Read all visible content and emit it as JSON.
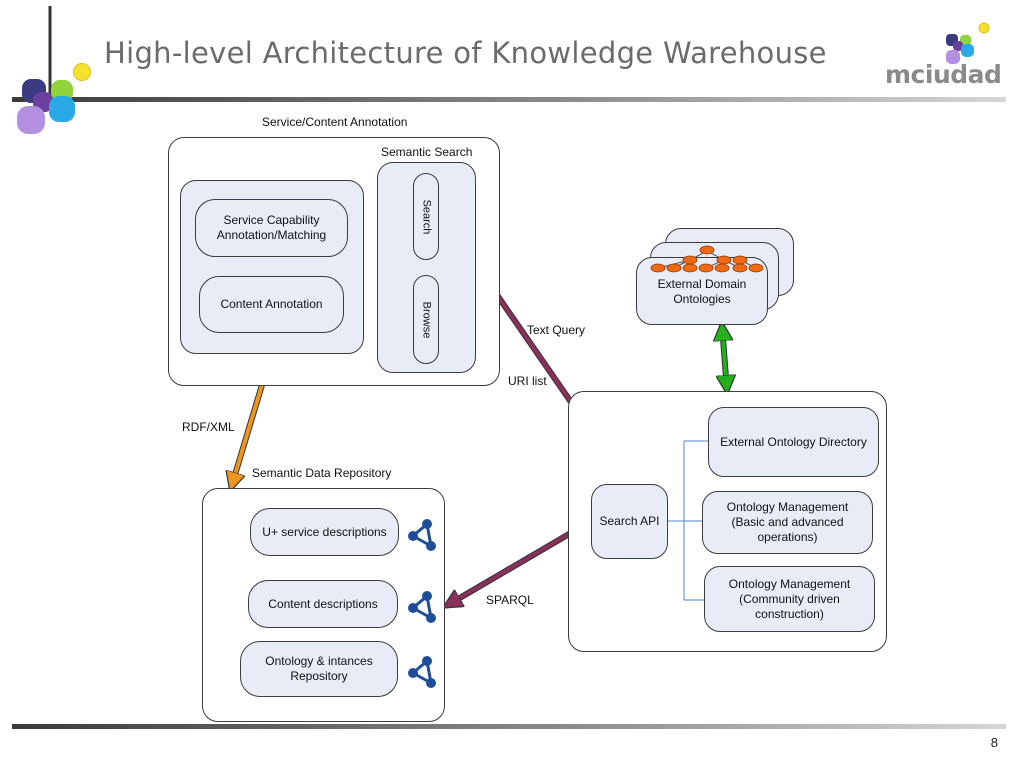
{
  "slide": {
    "title": "High-level Architecture of Knowledge Warehouse",
    "page_number": "8",
    "logo_text": "mciudad"
  },
  "annotation_group": {
    "title": "Service/Content Annotation",
    "service_capability": "Service Capability Annotation/Matching",
    "content_annotation": "Content Annotation",
    "semantic_search": {
      "title": "Semantic Search",
      "search": "Search",
      "browse": "Browse"
    }
  },
  "repository": {
    "title": "Semantic Data Repository",
    "items": [
      "U+ service descriptions",
      "Content descriptions",
      "Ontology & intances Repository"
    ]
  },
  "search_group": {
    "search_api": "Search API",
    "components": [
      "External Ontology Directory",
      "Ontology Management (Basic and advanced operations)",
      "Ontology Management (Community driven construction)"
    ]
  },
  "external_ontologies": "External Domain Ontologies",
  "connections": {
    "rdf_xml": "RDF/XML",
    "text_query": "Text Query",
    "uri_list": "URI list",
    "sparql": "SPARQL"
  },
  "colors": {
    "title_gray": "#6b6b6b",
    "panel_fill": "#e7ecf7",
    "rdf_arrow": "#f0961e",
    "query_arrow": "#8b2f5d",
    "ontology_arrow": "#22b11a",
    "tree_node": "#ef6a12",
    "graph_icon": "#1f4e98",
    "connector": "#6d9bd0"
  }
}
